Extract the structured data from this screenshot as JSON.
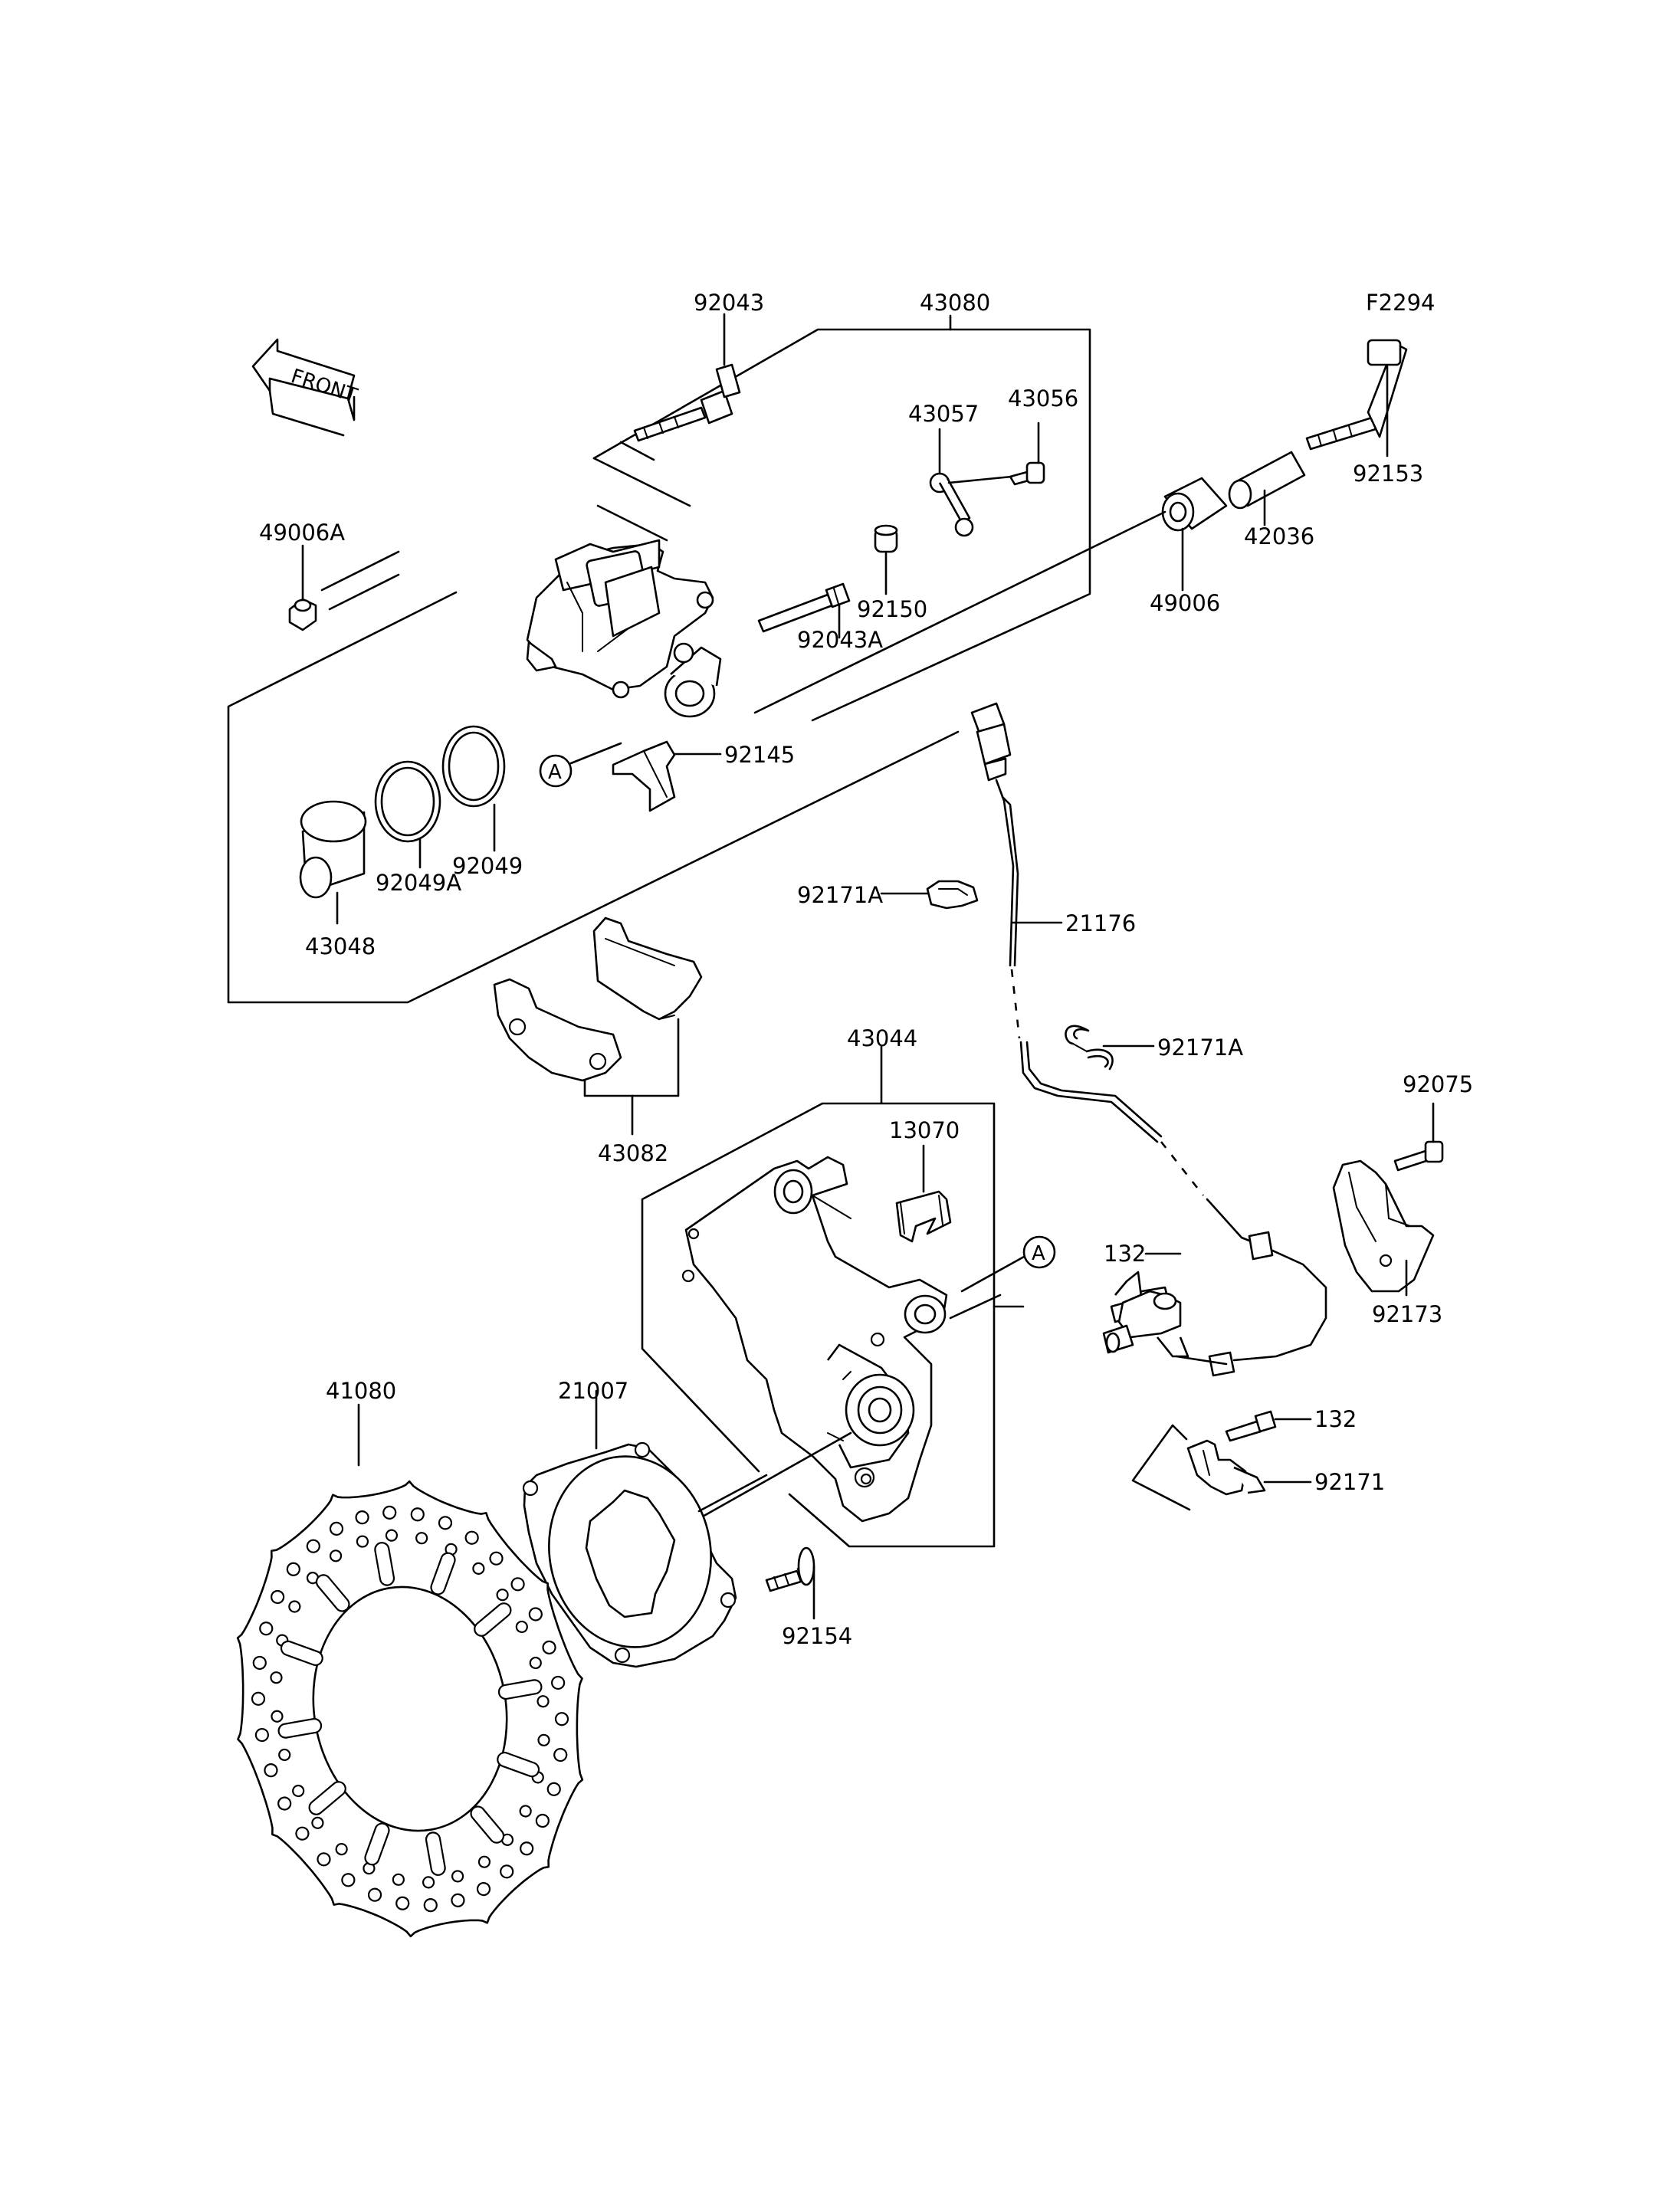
{
  "figure_code": "F2294",
  "front_label": "FRONT",
  "reference_marker": "A",
  "parts": {
    "p92043": "92043",
    "p43080": "43080",
    "p43057": "43057",
    "p43056": "43056",
    "p92153": "92153",
    "p49006A": "49006A",
    "p42036": "42036",
    "p49006": "49006",
    "p92150": "92150",
    "p92043A": "92043A",
    "p92145": "92145",
    "p92049": "92049",
    "p92049A": "92049A",
    "p43048": "43048",
    "p92171A_upper": "92171A",
    "p21176": "21176",
    "p92171A_lower": "92171A",
    "p43082": "43082",
    "p43044": "43044",
    "p13070": "13070",
    "p92075": "92075",
    "p132_upper": "132",
    "p92173": "92173",
    "p41080": "41080",
    "p21007": "21007",
    "p132_lower": "132",
    "p92171": "92171",
    "p92154": "92154"
  }
}
